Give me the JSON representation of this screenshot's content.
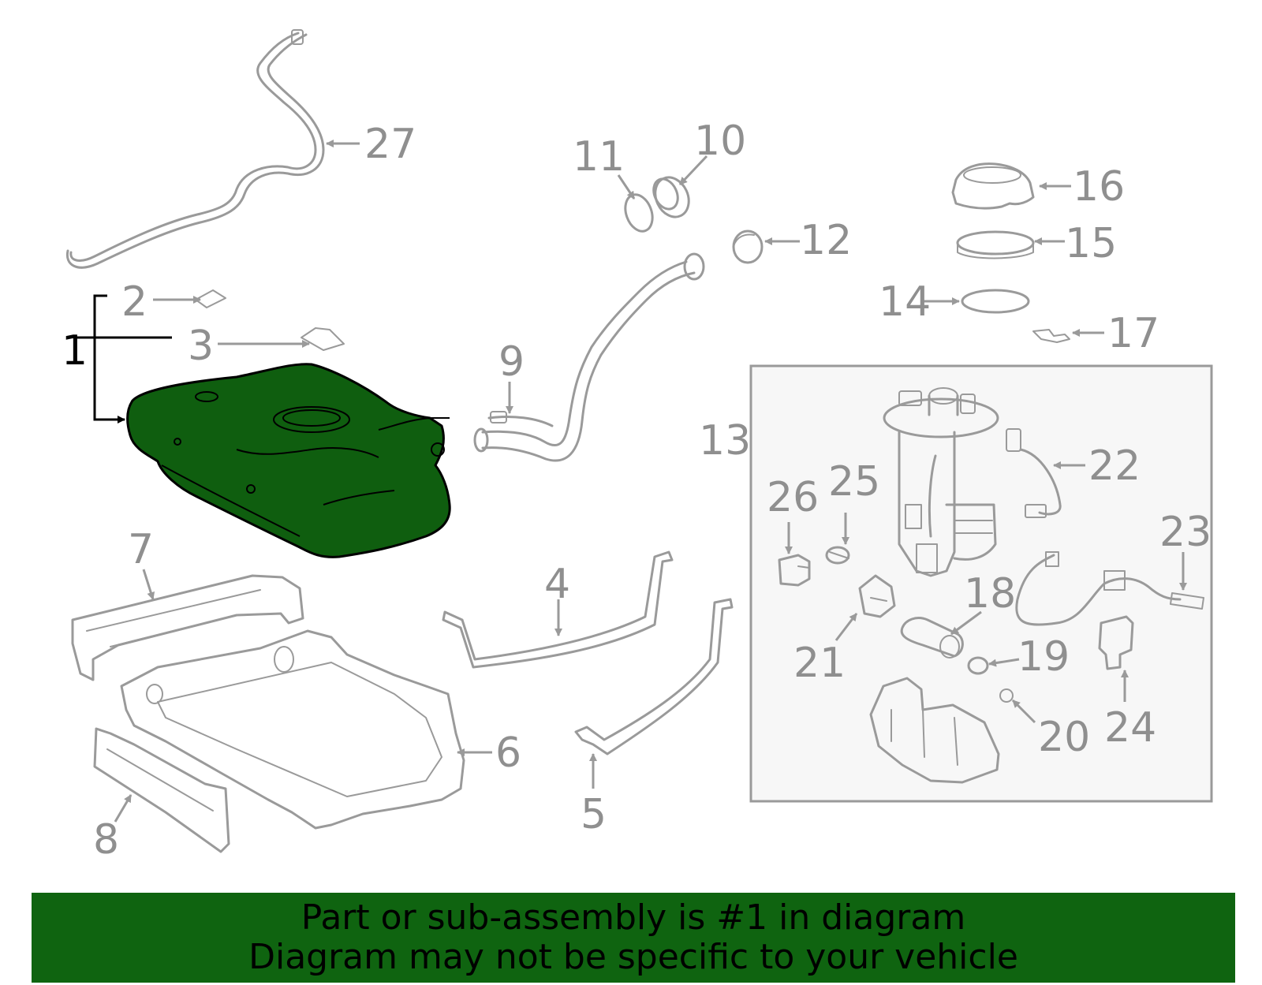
{
  "callouts": {
    "c1": "1",
    "c2": "2",
    "c3": "3",
    "c4": "4",
    "c5": "5",
    "c6": "6",
    "c7": "7",
    "c8": "8",
    "c9": "9",
    "c10": "10",
    "c11": "11",
    "c12": "12",
    "c13": "13",
    "c14": "14",
    "c15": "15",
    "c16": "16",
    "c17": "17",
    "c18": "18",
    "c19": "19",
    "c20": "20",
    "c21": "21",
    "c22": "22",
    "c23": "23",
    "c24": "24",
    "c25": "25",
    "c26": "26",
    "c27": "27"
  },
  "banner": {
    "line1": "Part or sub-assembly is #1 in diagram",
    "line2": "Diagram may not be specific to your vehicle"
  },
  "colors": {
    "highlight": "#0f6410",
    "part_stroke": "#9a9a9a",
    "label": "#8f8f8f"
  }
}
